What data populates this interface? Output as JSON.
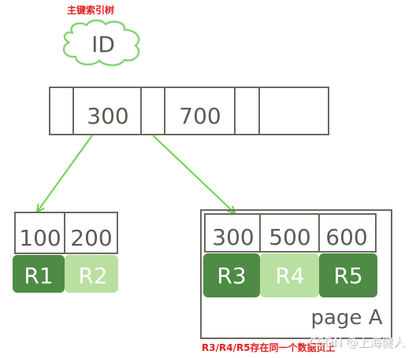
{
  "diagram": {
    "title": "主键索引树",
    "root_label": "ID",
    "root_keys": [
      "300",
      "700"
    ],
    "left_leaf": {
      "keys": [
        "100",
        "200"
      ],
      "rows": [
        "R1",
        "R2"
      ]
    },
    "right_leaf": {
      "keys": [
        "300",
        "500",
        "600"
      ],
      "rows": [
        "R3",
        "R4",
        "R5"
      ],
      "page_label": "page A"
    },
    "caption": "R3/R4/R5存在同一个数据页上",
    "watermark": "CSDN @上海健人"
  },
  "colors": {
    "dark_green": "#4e8b44",
    "light_green": "#b9e0a0",
    "cloud_green": "#86d374",
    "arrow_green": "#6ad34e",
    "stroke": "#6b6760",
    "red_text": "#e02020"
  }
}
